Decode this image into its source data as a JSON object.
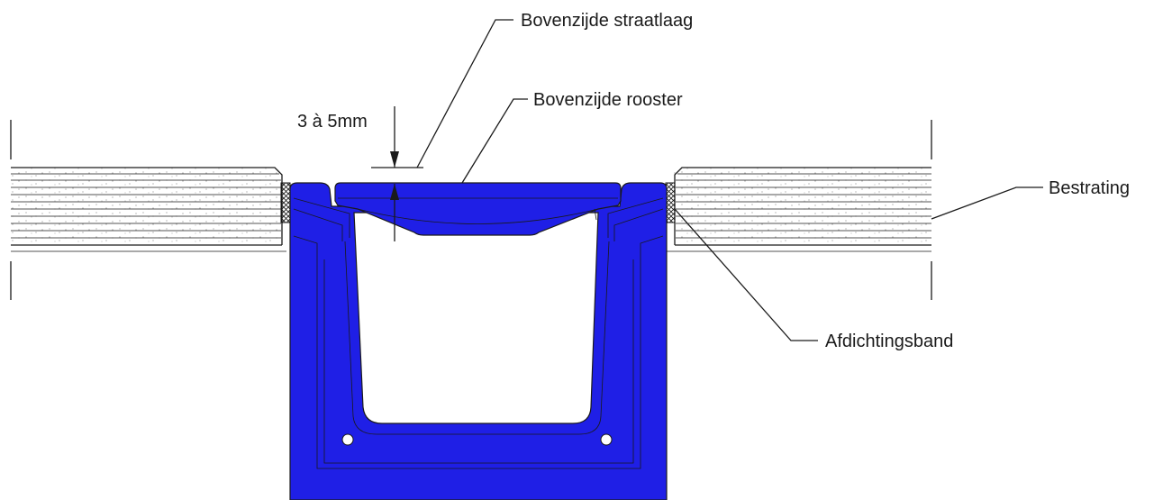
{
  "labels": {
    "top_surface": "Bovenzijde straatlaag",
    "grate_top": "Bovenzijde rooster",
    "gap": "3 à 5mm",
    "paving": "Bestrating",
    "seal_band": "Afdichtingsband"
  },
  "colors": {
    "channel": "#1f1fe6",
    "grate": "#1f1fe6",
    "line": "#1a1a1a",
    "paving_fill": "#ffffff"
  }
}
